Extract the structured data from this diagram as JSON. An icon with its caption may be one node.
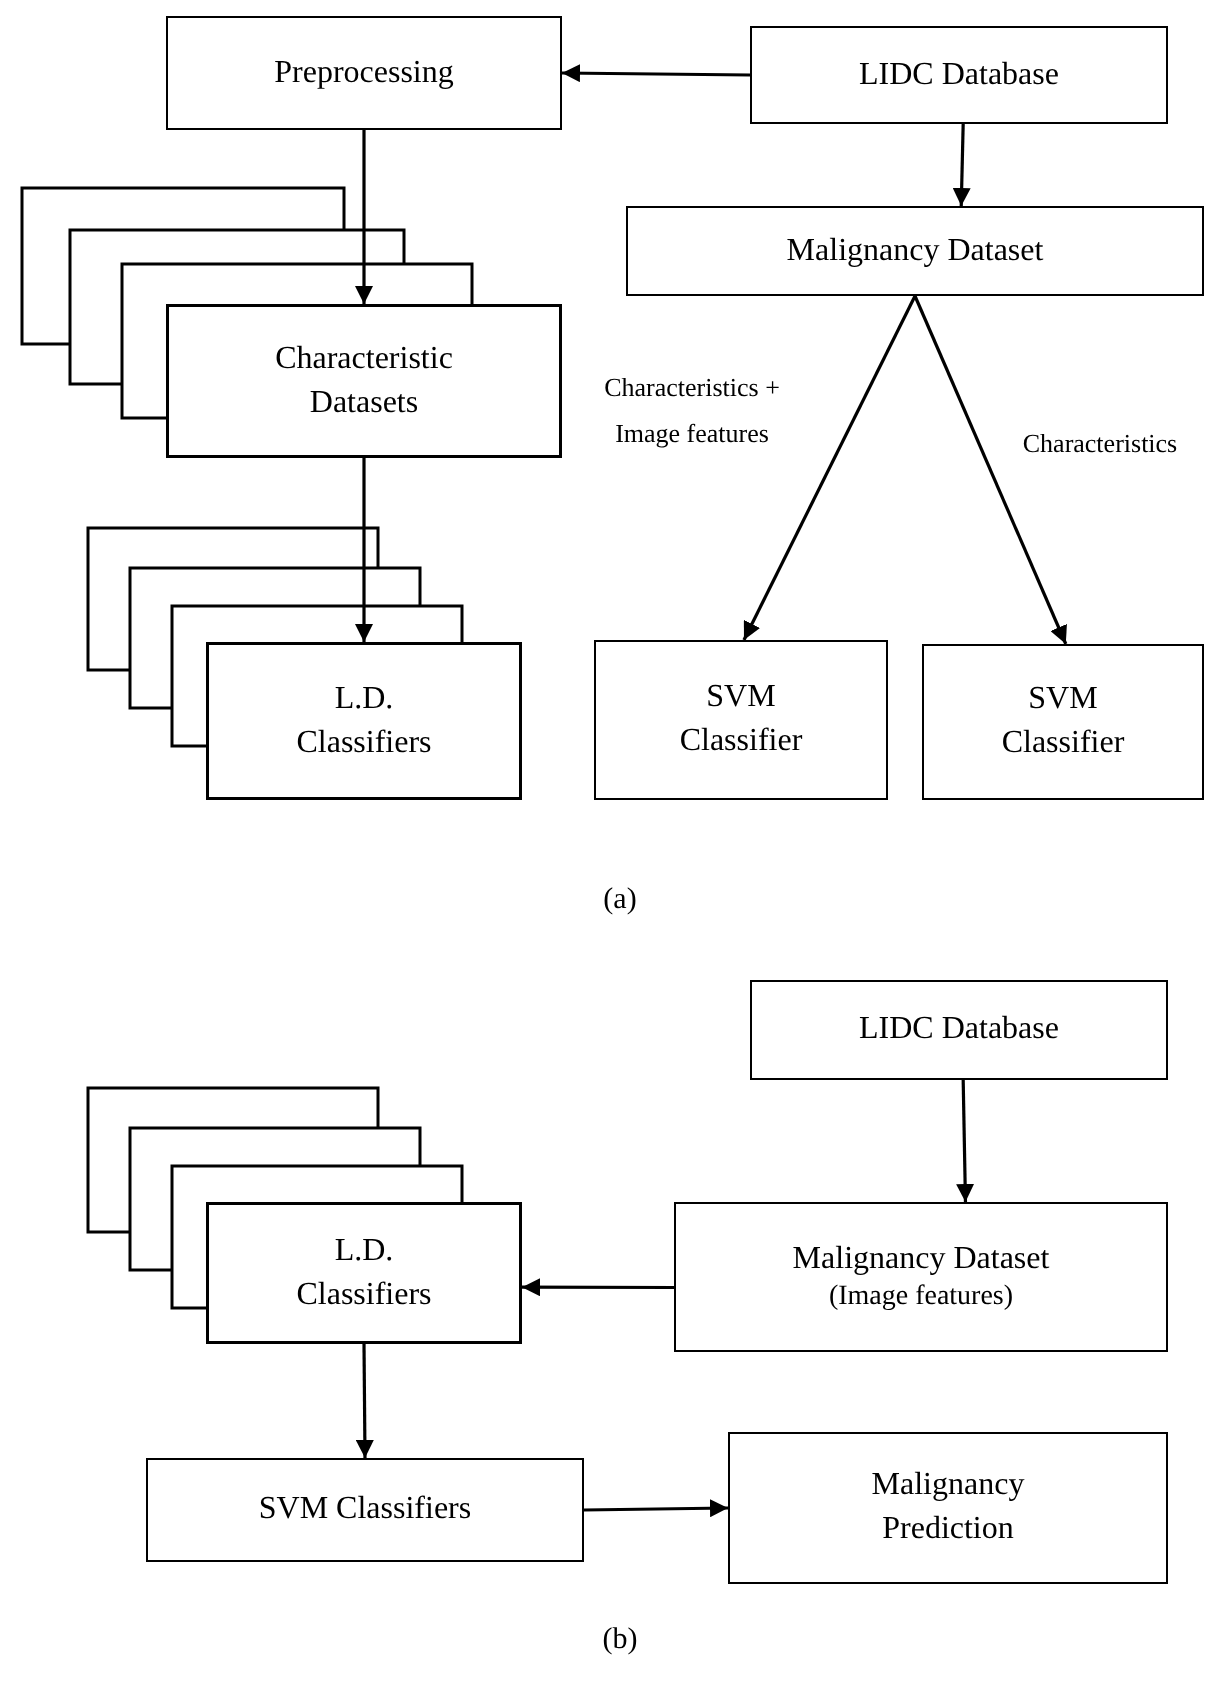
{
  "diagram": {
    "nodes": [
      {
        "text": [
          "Preprocessing"
        ]
      },
      {
        "text": [
          "LIDC Database"
        ]
      },
      {
        "text": [
          "Malignancy Dataset"
        ]
      },
      {
        "text": [
          "Characteristic Datasets"
        ]
      },
      {
        "text": [
          "L.D. Classifiers"
        ]
      },
      {
        "text": [
          "SVM Classifier"
        ]
      },
      {
        "text": [
          "SVM Classifier"
        ]
      },
      {
        "text": [
          "LIDC Database"
        ]
      },
      {
        "text": [
          "L.D. Classifiers"
        ]
      },
      {
        "text": [
          "Malignancy Dataset",
          "(Image features)"
        ]
      },
      {
        "text": [
          "SVM Classifiers"
        ]
      },
      {
        "text": [
          "Malignancy Prediction"
        ]
      }
    ],
    "edges": [
      {
        "from": 1,
        "to": 0,
        "arrow": "to"
      },
      {
        "from": 1,
        "to": 2,
        "arrow": "to"
      },
      {
        "from": 0,
        "to": 3,
        "arrow": "to"
      },
      {
        "from": 3,
        "to": 4,
        "arrow": "to"
      },
      {
        "from": 2,
        "to": 5,
        "arrow": "to",
        "label": "Characteristics + Image features"
      },
      {
        "from": 2,
        "to": 6,
        "arrow": "to",
        "label": "Characteristics"
      },
      {
        "from": 7,
        "to": 9,
        "arrow": "to"
      },
      {
        "from": 9,
        "to": 8,
        "arrow": "to"
      },
      {
        "from": 8,
        "to": 10,
        "arrow": "to"
      },
      {
        "from": 10,
        "to": 11,
        "arrow": "to"
      }
    ],
    "labels": [
      "(a)",
      "(b)"
    ]
  }
}
